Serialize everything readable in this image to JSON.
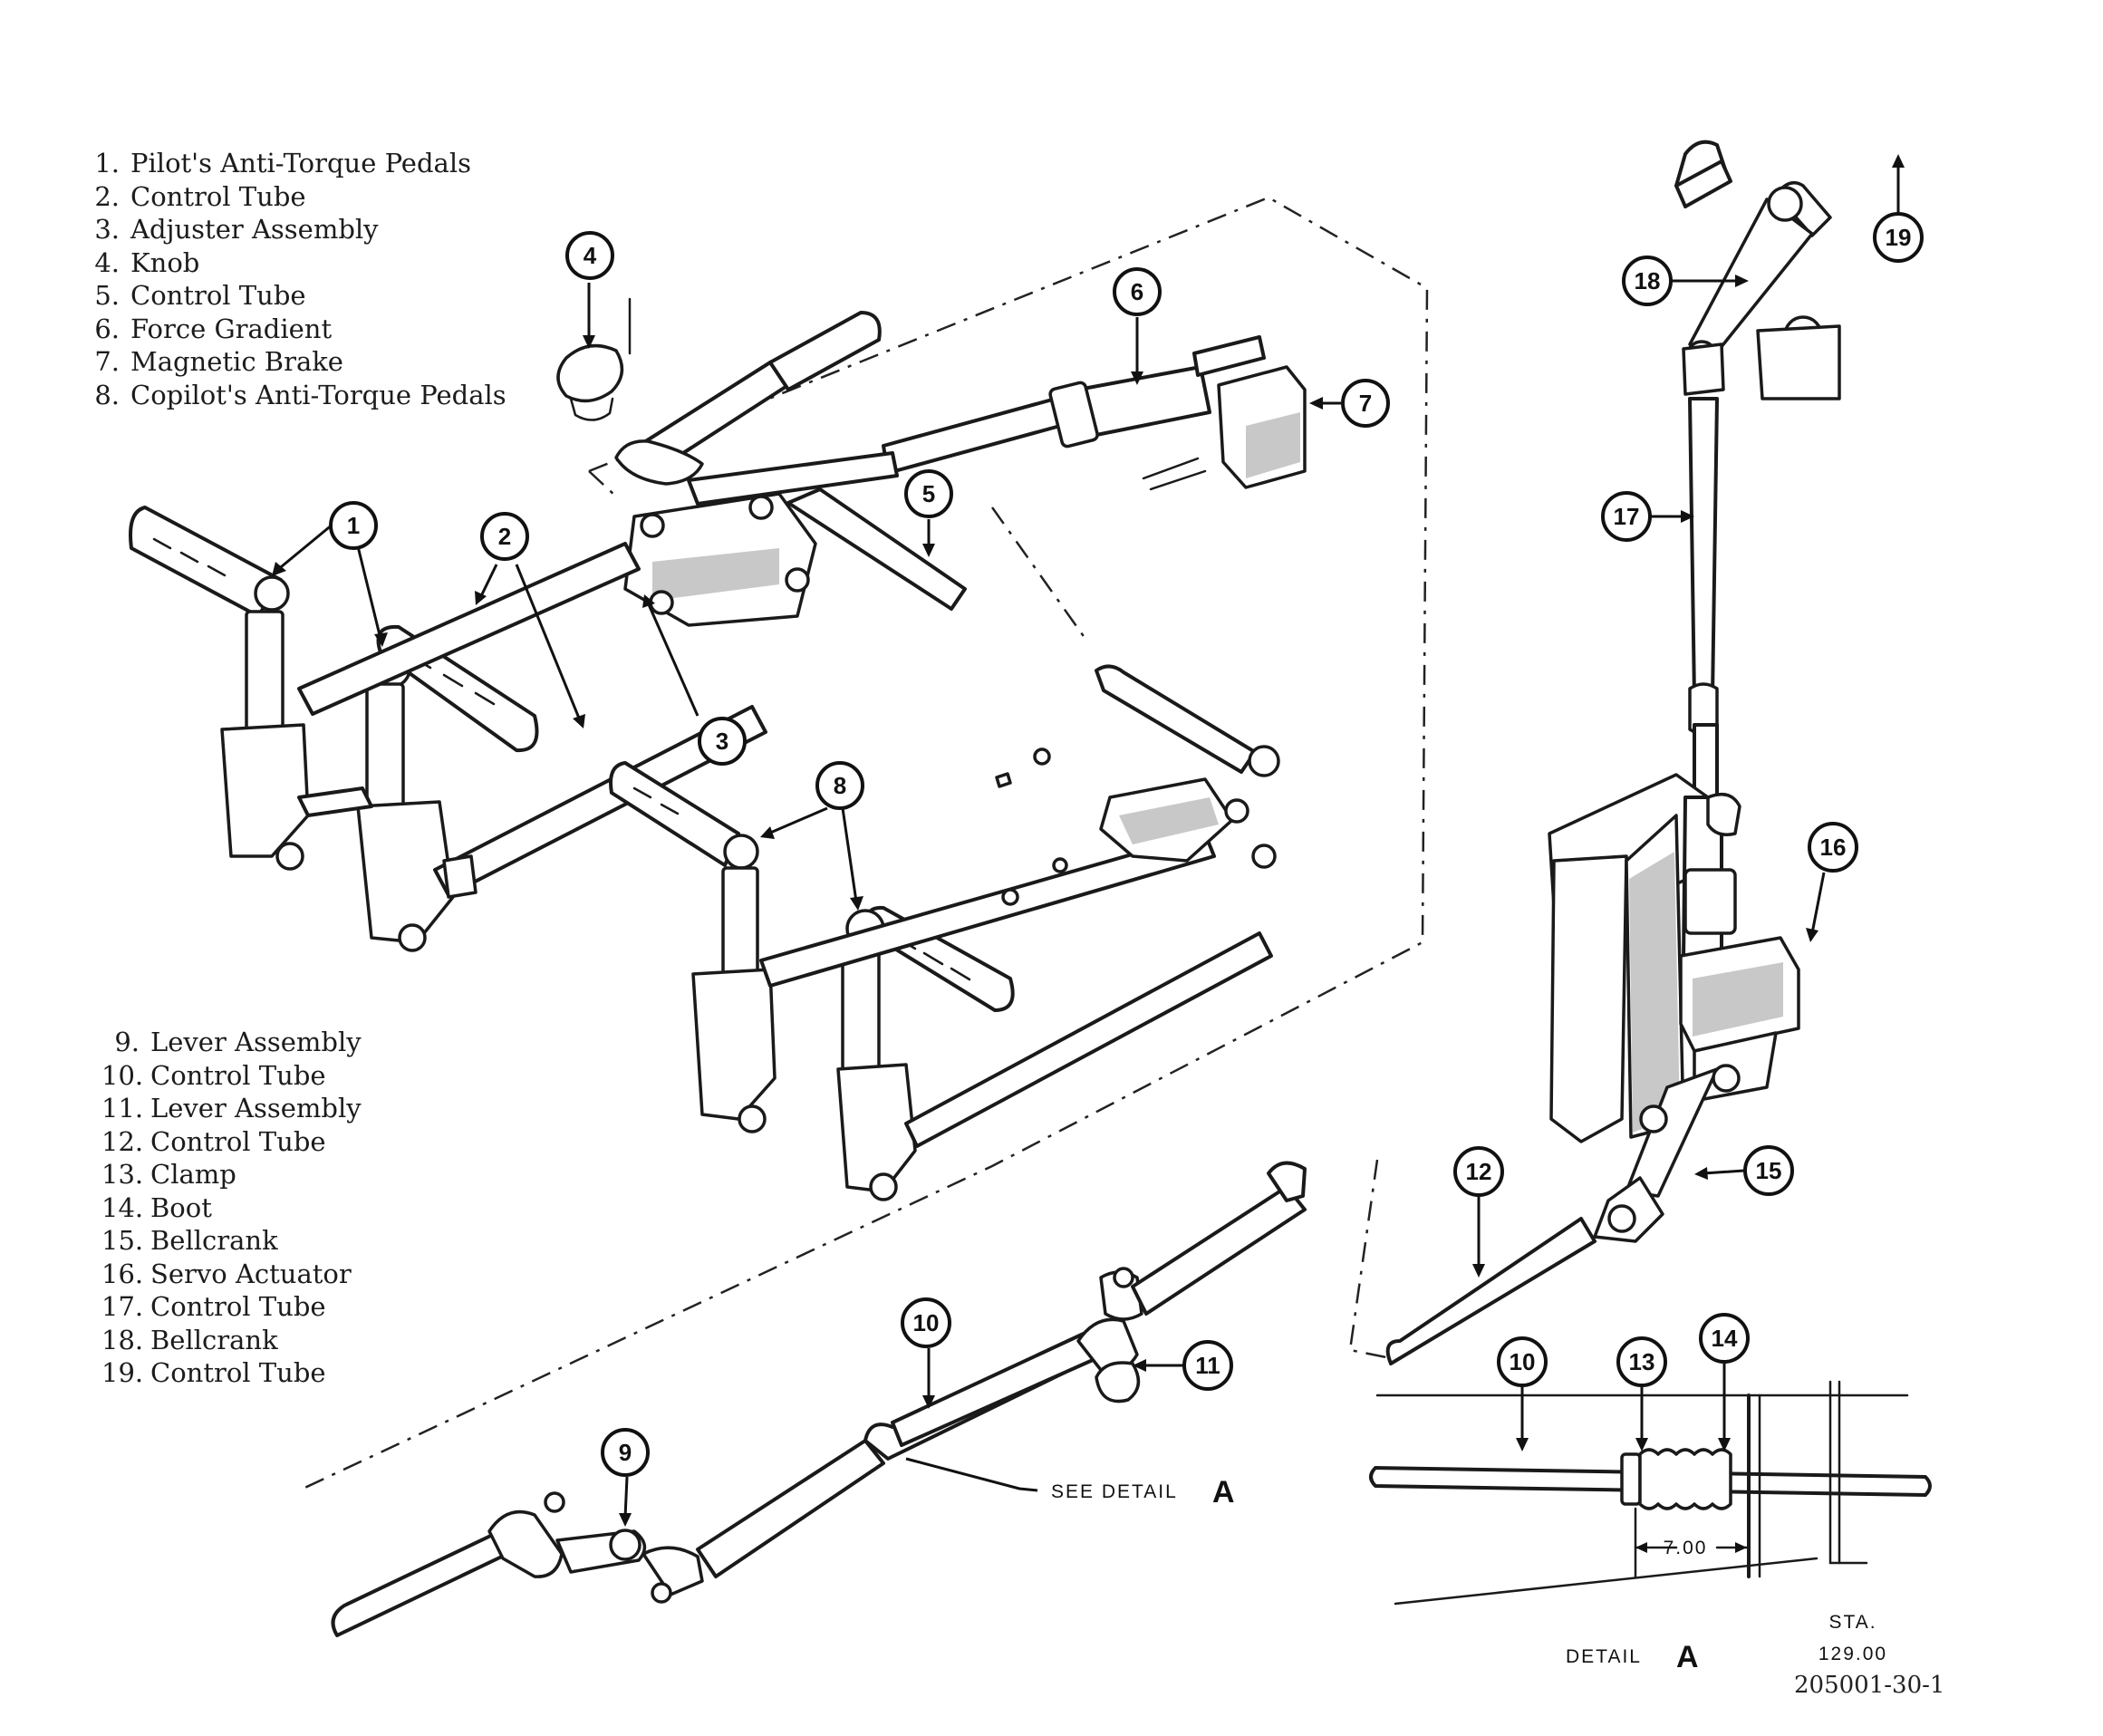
{
  "legend_top": [
    {
      "num": "1.",
      "label": "Pilot's Anti-Torque Pedals"
    },
    {
      "num": "2.",
      "label": "Control Tube"
    },
    {
      "num": "3.",
      "label": "Adjuster Assembly"
    },
    {
      "num": "4.",
      "label": "Knob"
    },
    {
      "num": "5.",
      "label": "Control Tube"
    },
    {
      "num": "6.",
      "label": "Force Gradient"
    },
    {
      "num": "7.",
      "label": "Magnetic Brake"
    },
    {
      "num": "8.",
      "label": "Copilot's Anti-Torque Pedals"
    }
  ],
  "legend_bottom": [
    {
      "num": "9.",
      "label": "Lever Assembly"
    },
    {
      "num": "10.",
      "label": "Control Tube"
    },
    {
      "num": "11.",
      "label": "Lever Assembly"
    },
    {
      "num": "12.",
      "label": "Control Tube"
    },
    {
      "num": "13.",
      "label": "Clamp"
    },
    {
      "num": "14.",
      "label": "Boot"
    },
    {
      "num": "15.",
      "label": "Bellcrank"
    },
    {
      "num": "16.",
      "label": "Servo Actuator"
    },
    {
      "num": "17.",
      "label": "Control Tube"
    },
    {
      "num": "18.",
      "label": "Bellcrank"
    },
    {
      "num": "19.",
      "label": "Control Tube"
    }
  ],
  "callouts": {
    "c1": "1",
    "c2": "2",
    "c3": "3",
    "c4": "4",
    "c5": "5",
    "c6": "6",
    "c7": "7",
    "c8": "8",
    "c9": "9",
    "c10": "10",
    "c11": "11",
    "c12": "12",
    "c13": "13",
    "c14": "14",
    "c15": "15",
    "c16": "16",
    "c17": "17",
    "c18": "18",
    "c19": "19",
    "c10b": "10"
  },
  "see_detail": {
    "text": "SEE DETAIL",
    "letter": "A"
  },
  "detail_label": {
    "text": "DETAIL",
    "letter": "A"
  },
  "dimension": "7.00",
  "station": {
    "line1": "STA.",
    "line2": "129.00"
  },
  "figure_number": "205001-30-1"
}
